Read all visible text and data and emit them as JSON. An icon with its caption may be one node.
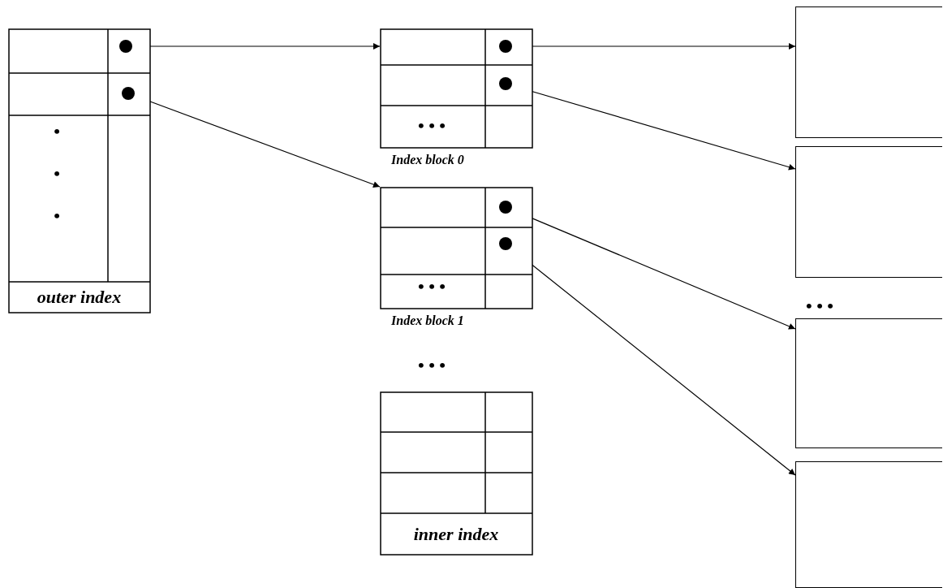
{
  "diagram": {
    "nodes": [
      {
        "text": [
          "outer index"
        ]
      },
      {
        "text": [],
        "shape": "circle",
        "in": 0
      },
      {
        "text": [],
        "shape": "circle",
        "in": 0
      },
      {
        "text": [
          "Index block 0"
        ]
      },
      {
        "text": [],
        "shape": "circle",
        "in": 3
      },
      {
        "text": [],
        "shape": "circle",
        "in": 3
      },
      {
        "text": [
          "Index block 1"
        ]
      },
      {
        "text": [],
        "shape": "circle",
        "in": 6
      },
      {
        "text": [],
        "shape": "circle",
        "in": 6
      },
      {
        "text": [
          "inner index"
        ]
      },
      {
        "text": [],
        "shape": "box"
      },
      {
        "text": [],
        "shape": "box"
      },
      {
        "text": [],
        "shape": "box"
      },
      {
        "text": [],
        "shape": "box"
      }
    ],
    "edges": [
      {
        "from": 1,
        "to": 3,
        "arrow": "to"
      },
      {
        "from": 2,
        "to": 6,
        "arrow": "to"
      },
      {
        "from": 4,
        "to": 10,
        "arrow": "to"
      },
      {
        "from": 5,
        "to": 11,
        "arrow": "to"
      },
      {
        "from": 7,
        "to": 12,
        "arrow": "to"
      },
      {
        "from": 8,
        "to": 13,
        "arrow": "to"
      }
    ],
    "labels": [
      "•",
      "•",
      "•",
      "• • •",
      "• • •",
      "• • •",
      "• • •"
    ]
  }
}
